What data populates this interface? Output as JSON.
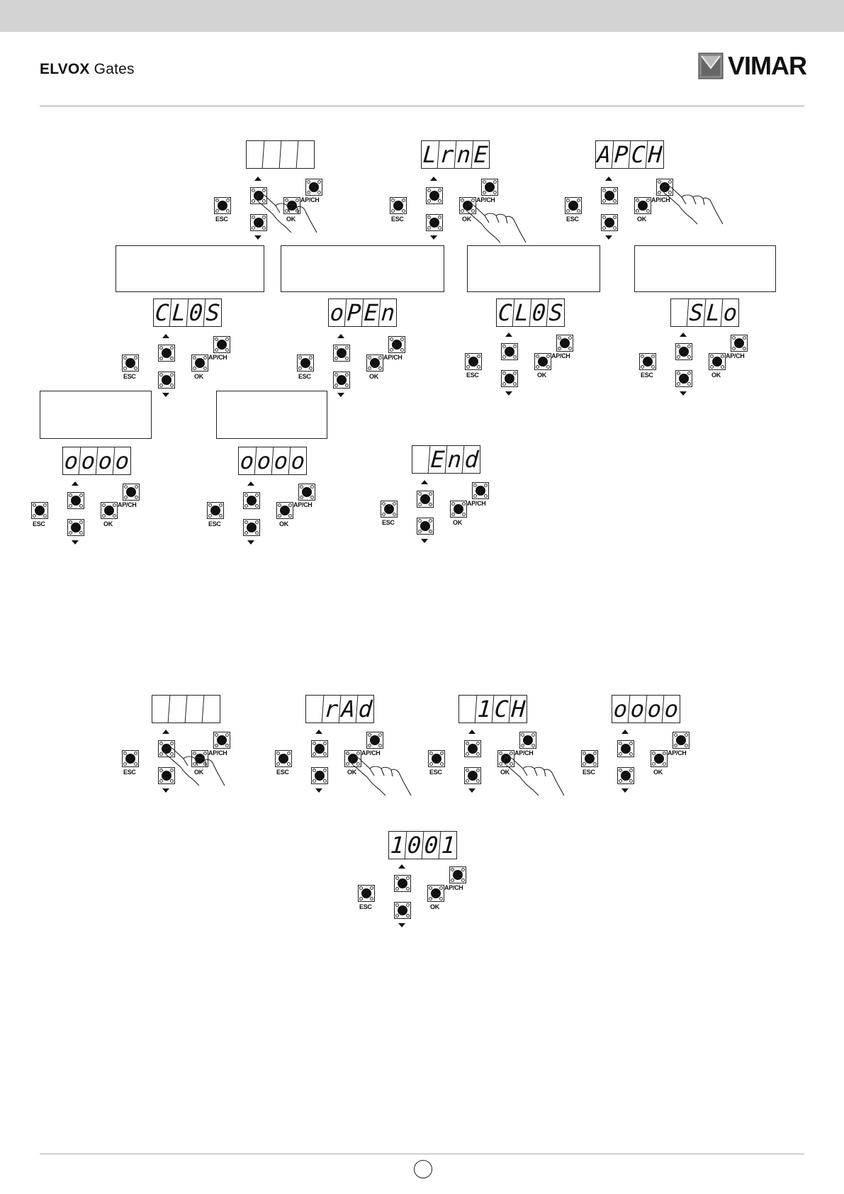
{
  "header": {
    "brand_bold": "ELVOX",
    "brand_light": "Gates",
    "logo_text": "VIMAR"
  },
  "button_labels": {
    "esc": "ESC",
    "ok": "OK",
    "apch": "AP/CH"
  },
  "steps": [
    {
      "chars": [
        "",
        "",
        "",
        ""
      ]
    },
    {
      "chars": [
        "L",
        "r",
        "n",
        "E"
      ]
    },
    {
      "chars": [
        "A",
        "P",
        "C",
        "H"
      ]
    },
    {
      "chars": [
        "C",
        "L",
        "0",
        "S"
      ]
    },
    {
      "chars": [
        "o",
        "P",
        "E",
        "n"
      ]
    },
    {
      "chars": [
        "C",
        "L",
        "0",
        "S"
      ]
    },
    {
      "chars": [
        "",
        "S",
        "L",
        "o"
      ]
    },
    {
      "chars": [
        "o",
        "o",
        "o",
        "o"
      ]
    },
    {
      "chars": [
        "o",
        "o",
        "o",
        "o"
      ]
    },
    {
      "chars": [
        "",
        "E",
        "n",
        "d"
      ]
    },
    {
      "chars": [
        "",
        "",
        "",
        ""
      ]
    },
    {
      "chars": [
        "",
        "r",
        "A",
        "d"
      ]
    },
    {
      "chars": [
        "",
        "1",
        "C",
        "H"
      ]
    },
    {
      "chars": [
        "o",
        "o",
        "o",
        "o"
      ]
    },
    {
      "chars": [
        "1",
        "0",
        "0",
        "1"
      ]
    }
  ]
}
